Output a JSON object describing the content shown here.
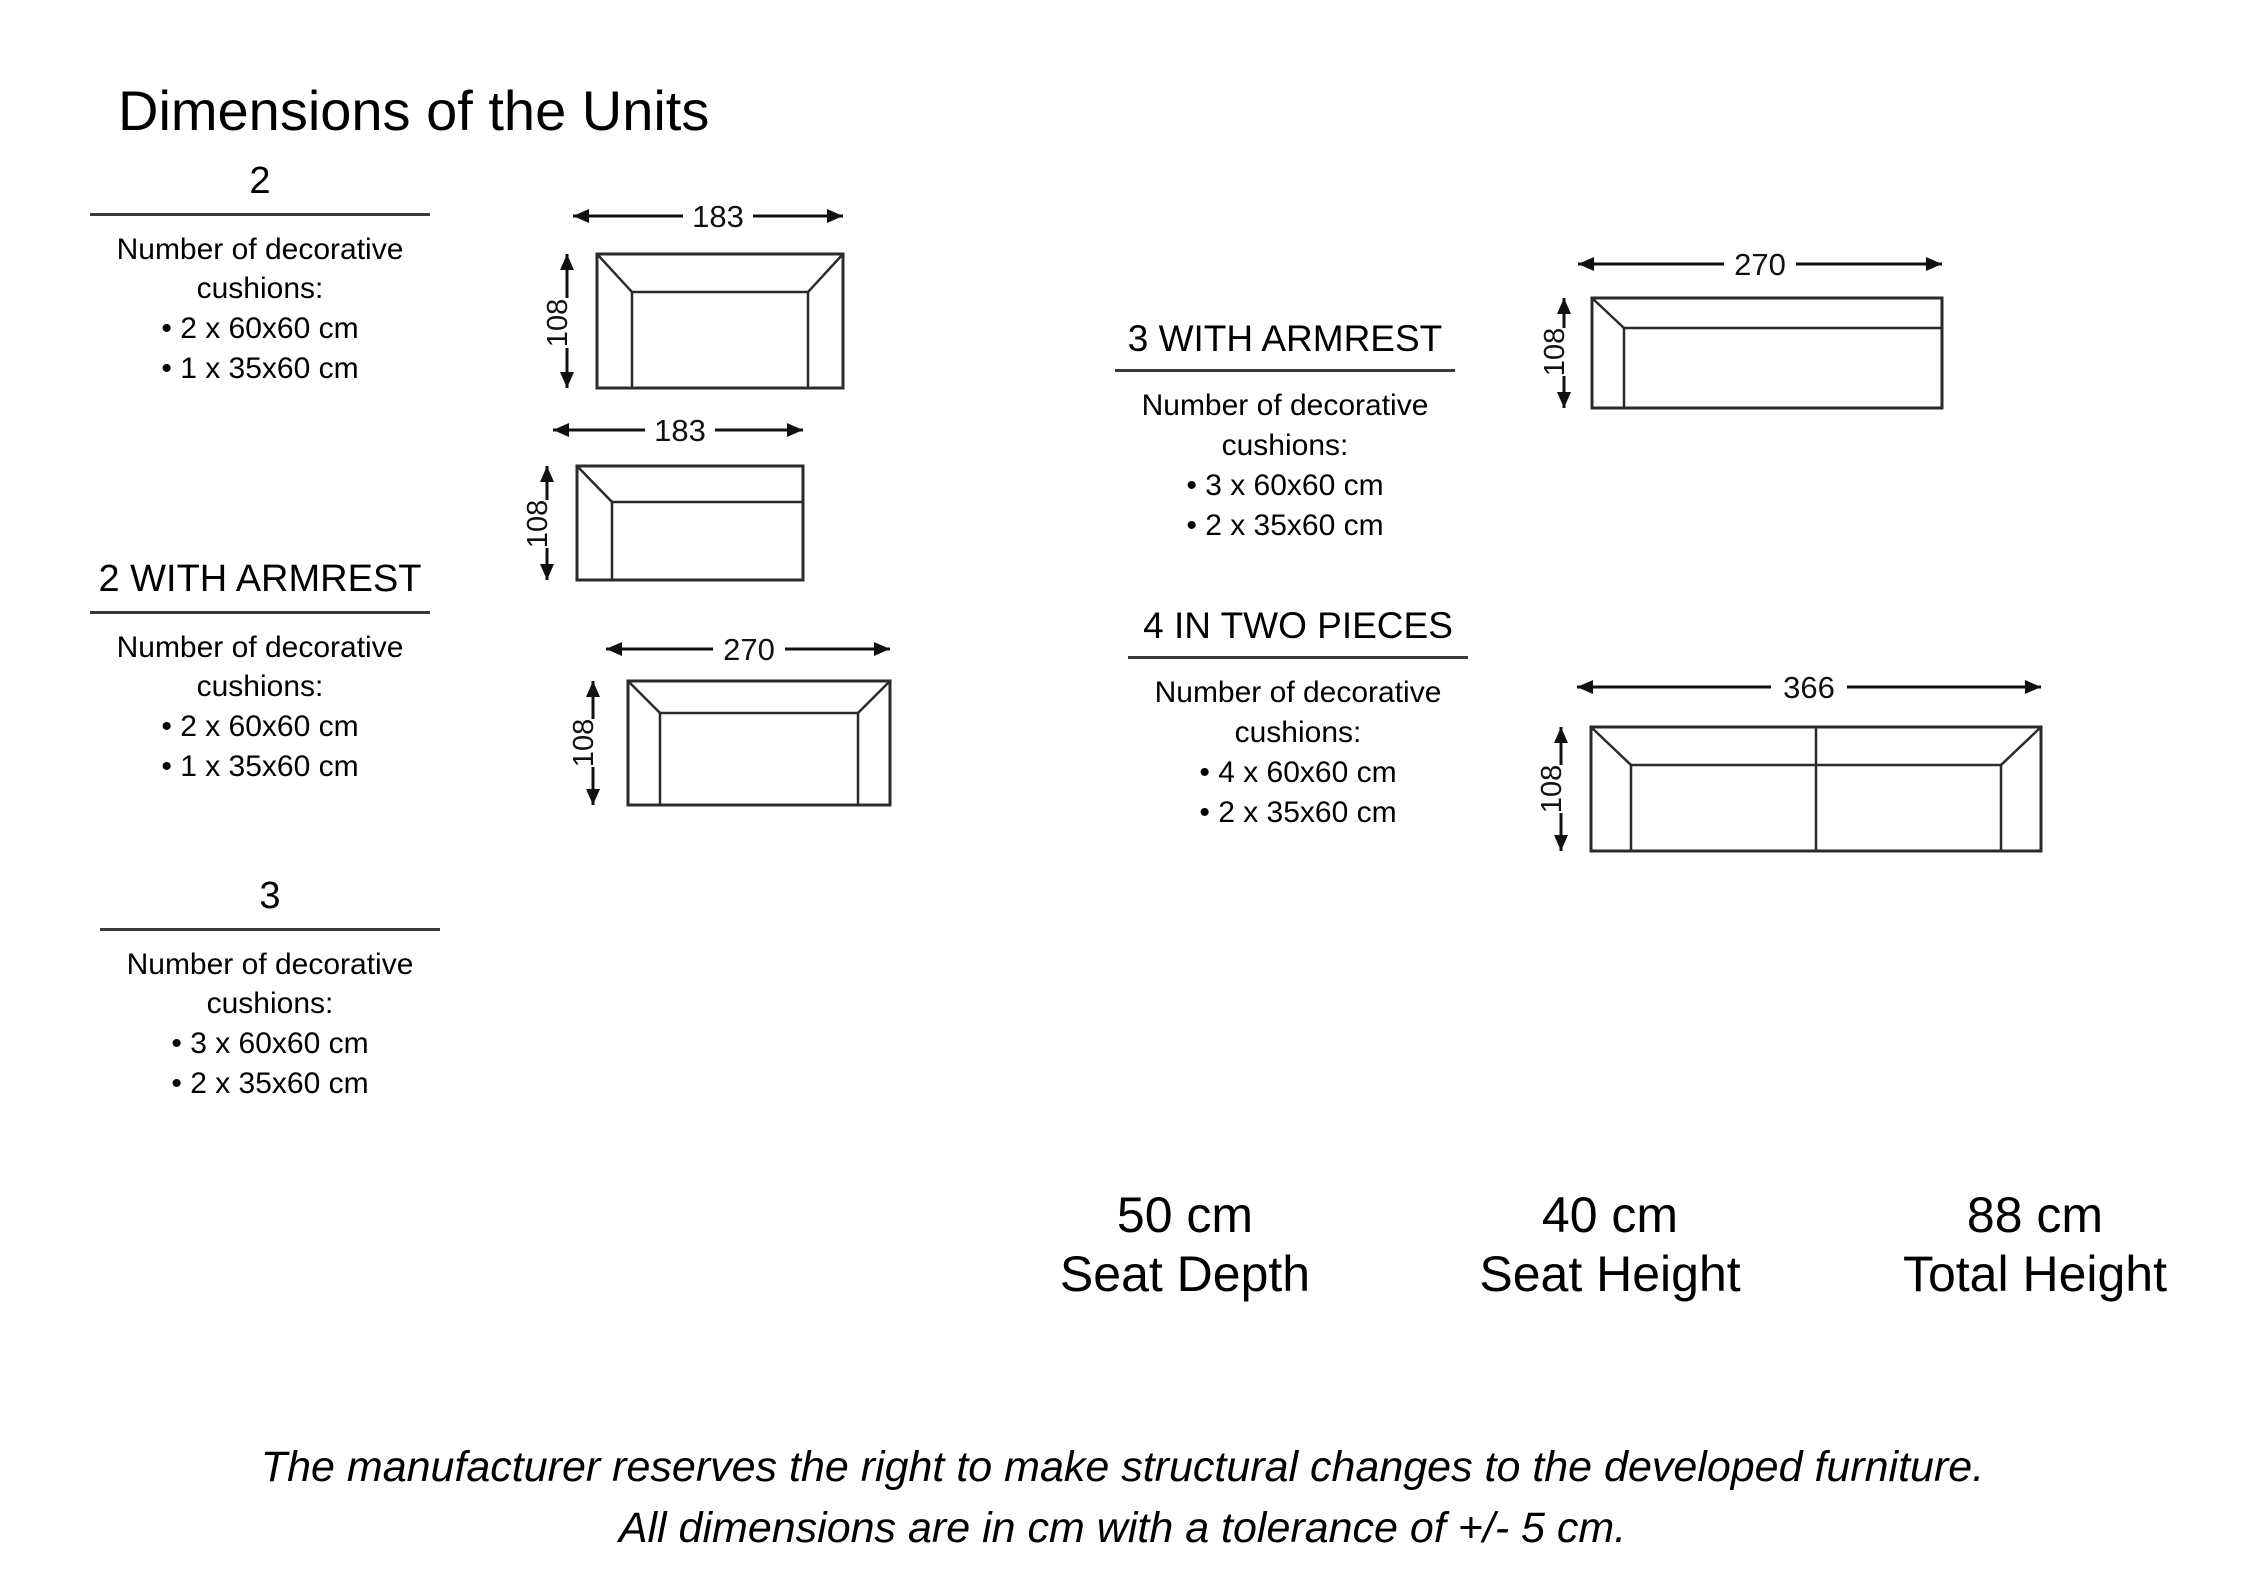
{
  "title": "Dimensions of the Units",
  "cushion_intro": "Number of decorative\ncushions:",
  "units": [
    {
      "id": "unit-2",
      "heading": "2",
      "intro_line1": "Number of decorative",
      "intro_line2": "cushions:",
      "cushions": [
        "• 2 x 60x60 cm",
        "• 1 x 35x60 cm"
      ],
      "width_label": "183",
      "height_label": "108",
      "armrests": "both",
      "divider": false
    },
    {
      "id": "unit-2-with-armrest",
      "heading": "2 WITH ARMREST",
      "intro_line1": "Number of decorative",
      "intro_line2": "cushions:",
      "cushions": [
        "• 2 x 60x60 cm",
        "• 1 x 35x60 cm"
      ],
      "width_label": "183",
      "height_label": "108",
      "armrests": "left",
      "divider": false
    },
    {
      "id": "unit-3",
      "heading": "3",
      "intro_line1": "Number of decorative",
      "intro_line2": "cushions:",
      "cushions": [
        "• 3 x 60x60 cm",
        "• 2 x 35x60 cm"
      ],
      "width_label": "270",
      "height_label": "108",
      "armrests": "both",
      "divider": false
    },
    {
      "id": "unit-3-with-armrest",
      "heading": "3 WITH ARMREST",
      "intro_line1": "Number of decorative",
      "intro_line2": "cushions:",
      "cushions": [
        "• 3 x 60x60 cm",
        "• 2 x 35x60 cm"
      ],
      "width_label": "270",
      "height_label": "108",
      "armrests": "left",
      "divider": false
    },
    {
      "id": "unit-4-in-two-pieces",
      "heading": "4 IN TWO PIECES",
      "intro_line1": "Number of decorative",
      "intro_line2": "cushions:",
      "cushions": [
        "• 4 x 60x60 cm",
        "• 2 x 35x60 cm"
      ],
      "width_label": "366",
      "height_label": "108",
      "armrests": "both",
      "divider": true
    }
  ],
  "specs": [
    {
      "value": "50 cm",
      "label": "Seat Depth"
    },
    {
      "value": "40 cm",
      "label": "Seat Height"
    },
    {
      "value": "88 cm",
      "label": "Total Height"
    }
  ],
  "disclaimer": {
    "line1": "The manufacturer reserves the right to make structural changes to the developed furniture.",
    "line2": "All dimensions are in cm with a tolerance of +/- 5 cm."
  },
  "colors": {
    "ink": "#000000",
    "line": "#2b2b2b",
    "rule": "#3a3a3a",
    "background": "#ffffff"
  }
}
